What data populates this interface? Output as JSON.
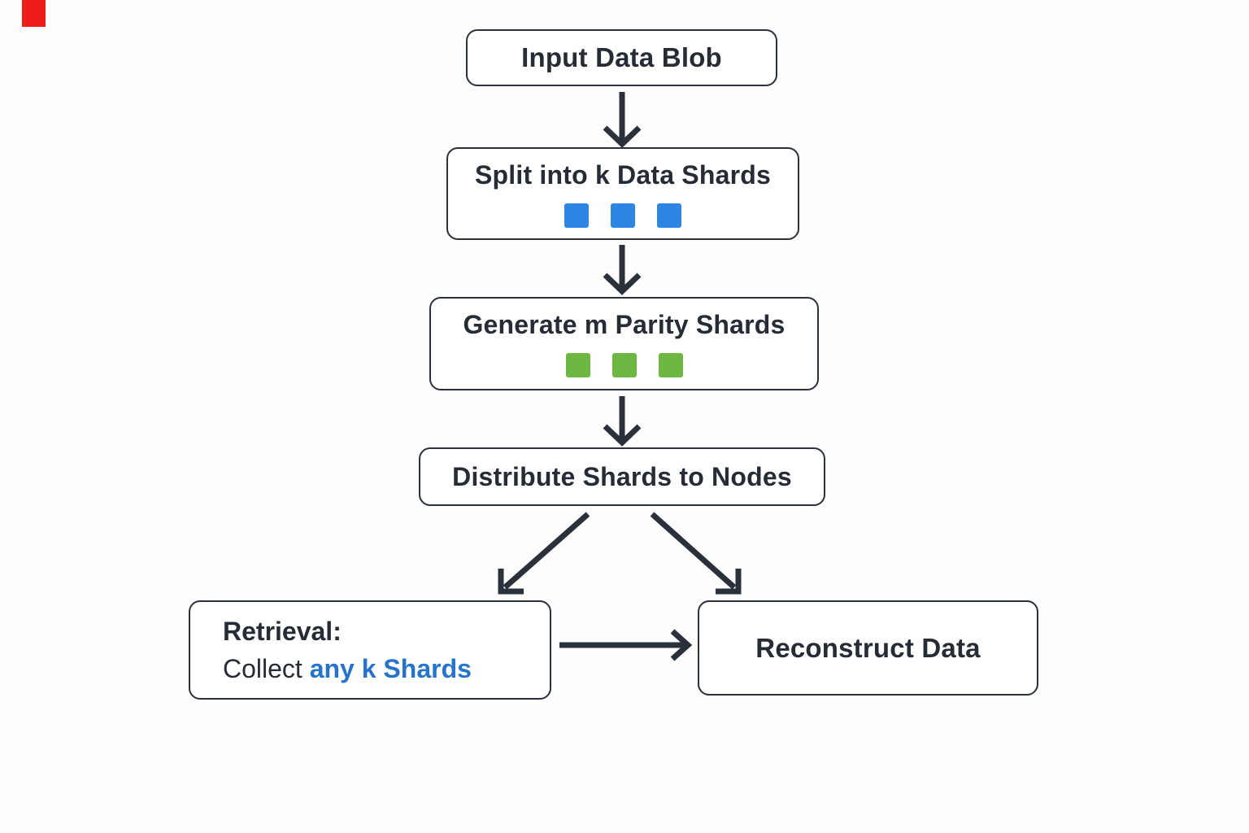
{
  "canvas": {
    "background": "#fdfdfd",
    "ink": "#2a313b",
    "marker_color": "#ee1b1b"
  },
  "nodes": {
    "input": {
      "label": "Input Data Blob"
    },
    "split": {
      "label": "Split into k Data Shards",
      "shard_count": 3,
      "shard_color": "#2e86e4"
    },
    "parity": {
      "label": "Generate m Parity Shards",
      "shard_count": 3,
      "shard_color": "#6cb843"
    },
    "distribute": {
      "label": "Distribute Shards to Nodes"
    },
    "retrieval": {
      "title": "Retrieval:",
      "line2_prefix": "Collect ",
      "line2_hl_1": "any ",
      "line2_hl_k": "k",
      "line2_hl_2": " Shards",
      "highlight_color": "#2673cc"
    },
    "reconstruct": {
      "label": "Reconstruct Data"
    }
  }
}
